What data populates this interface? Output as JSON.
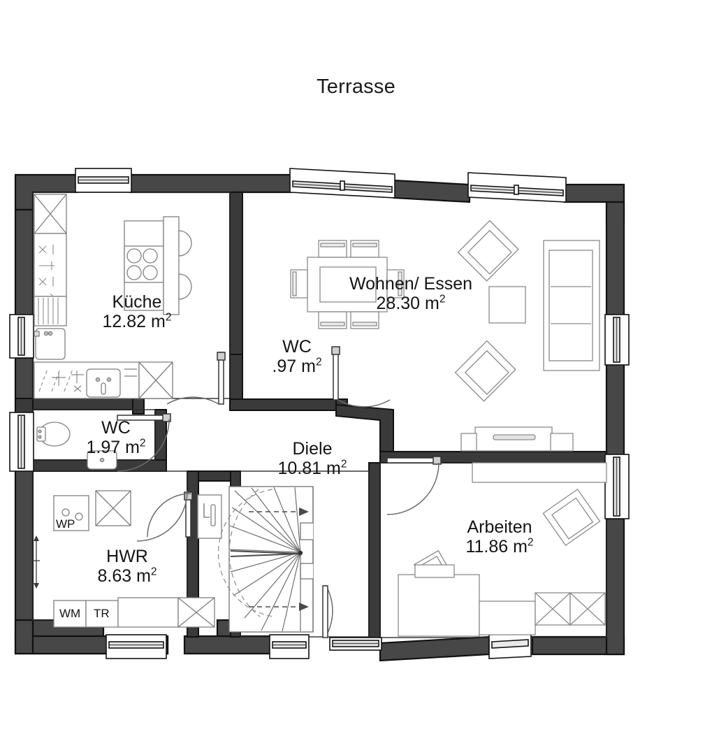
{
  "plan": {
    "title": "Terrasse",
    "unit_suffix": "m²"
  },
  "rooms": [
    {
      "key": "kueche",
      "name": "Küche",
      "area": "12.82 m²"
    },
    {
      "key": "wohnen",
      "name": "Wohnen/ Essen",
      "area": "28.30 m²"
    },
    {
      "key": "wc_oben",
      "name": "WC",
      "area": ".97 m²"
    },
    {
      "key": "wc_unten",
      "name": "WC",
      "area": "1.97 m²"
    },
    {
      "key": "diele",
      "name": "Diele",
      "area": "10.81 m²"
    },
    {
      "key": "hwr",
      "name": "HWR",
      "area": "8.63 m²"
    },
    {
      "key": "arbeiten",
      "name": "Arbeiten",
      "area": "11.86 m²"
    }
  ],
  "appliances": [
    {
      "key": "wp",
      "label": "WP"
    },
    {
      "key": "wm",
      "label": "WM"
    },
    {
      "key": "tr",
      "label": "TR"
    }
  ],
  "colors": {
    "wall_fill": "#474747",
    "wall_stroke": "#111111",
    "furniture_stroke": "#7a7a7a",
    "interior_wall": "#3a3a3a",
    "background": "#ffffff",
    "text": "#141414"
  }
}
